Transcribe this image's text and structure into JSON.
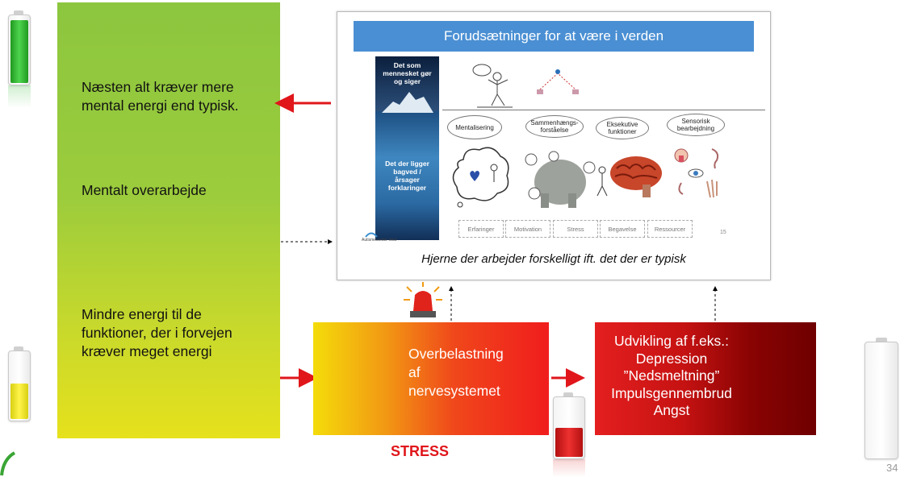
{
  "left_panel": {
    "text1": "Næsten alt kræver mere mental energi end typisk.",
    "text2": "Mentalt overarbejde",
    "text3": "Mindre energi til de funktioner, der i forvejen kræver meget energi"
  },
  "slide": {
    "title": "Forudsætninger for at være i verden",
    "iceberg_top": "Det som mennesket gør og siger",
    "iceberg_bottom": "Det der ligger bagved / årsager forklaringer",
    "ovals": [
      "Mentalisering",
      "Sammenhængs-forståelse",
      "Eksekutive funktioner",
      "Sensorisk bearbejdning"
    ],
    "boxes": [
      "Erfaringer",
      "Motivation",
      "Stress",
      "Begavelse",
      "Ressourcer"
    ],
    "slide_number": "15",
    "logo": "Autismecenter Vest"
  },
  "caption": "Hjerne der arbejder forskelligt ift. det der er typisk",
  "stress_box": {
    "line1": "Overbelastning",
    "line2": "af",
    "line3": "nervesystemet"
  },
  "development_box": {
    "lines": [
      "Udvikling af f.eks.:",
      "Depression",
      "”Nedsmeltning”",
      "Impulsgennembrud",
      "Angst"
    ]
  },
  "stress_label": "STRESS",
  "page_number": "34",
  "colors": {
    "arrow_red": "#e0161b",
    "slide_title_blue": "#4a8fd3",
    "battery_green": "#2bb52b",
    "battery_yellow": "#e8e01a",
    "battery_red": "#d81b1b"
  },
  "batteries": {
    "top_left_level": 0.9,
    "mid_left_level": 0.45,
    "stress_level": 0.45,
    "right_level": 0
  }
}
